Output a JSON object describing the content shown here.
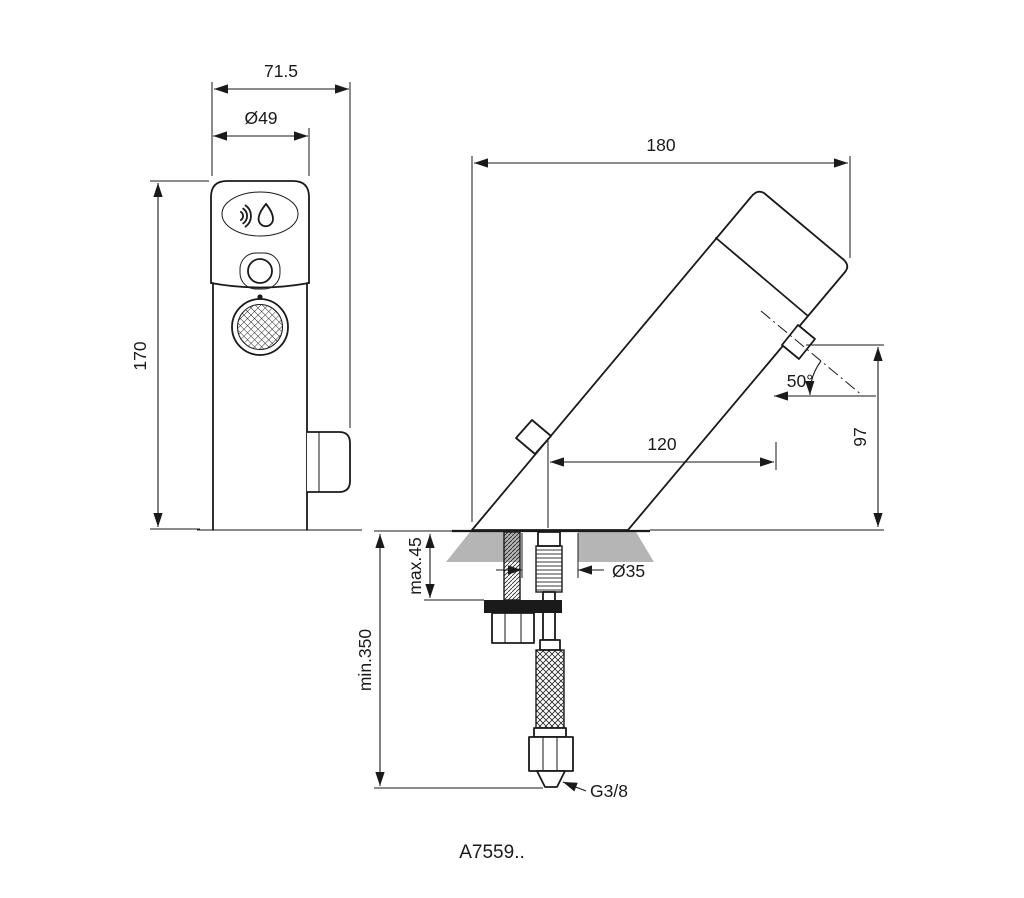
{
  "part_number": "A7559..",
  "front_view": {
    "width": "71.5",
    "cap_diameter": "Ø49",
    "height": "170"
  },
  "side_view": {
    "length": "180",
    "spout_angle": "50°",
    "outlet_reach": "120",
    "outlet_height": "97",
    "deck_thickness": "max.45",
    "hole_diameter": "Ø35",
    "hose_length": "min.350",
    "connection_thread": "G3/8"
  }
}
